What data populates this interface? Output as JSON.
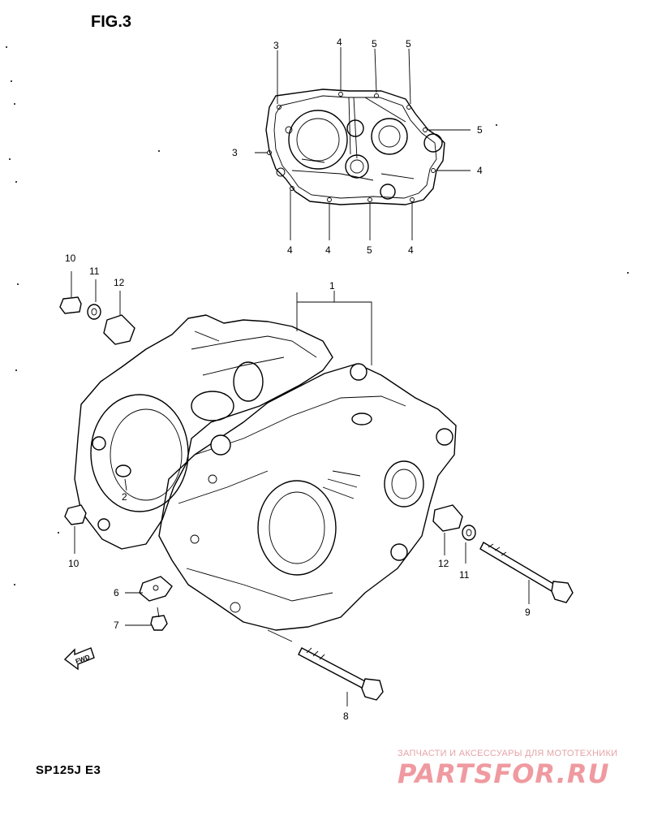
{
  "figure_title": "FIG.3",
  "model_code": "SP125J E3",
  "watermark": {
    "tagline": "ЗАПЧАСТИ И АКСЕССУАРЫ ДЛЯ МОТОТЕХНИКИ",
    "logo": "PARTSFOR.RU"
  },
  "fwd_label": "FWD",
  "callouts": {
    "c1": "1",
    "c2": "2",
    "c3a": "3",
    "c3b": "3",
    "c4a": "4",
    "c4b": "4",
    "c4c": "4",
    "c4d": "4",
    "c4e": "4",
    "c5a": "5",
    "c5b": "5",
    "c5c": "5",
    "c5d": "5",
    "c6": "6",
    "c7": "7",
    "c8": "8",
    "c9": "9",
    "c10a": "10",
    "c10b": "10",
    "c11a": "11",
    "c11b": "11",
    "c12a": "12",
    "c12b": "12"
  }
}
